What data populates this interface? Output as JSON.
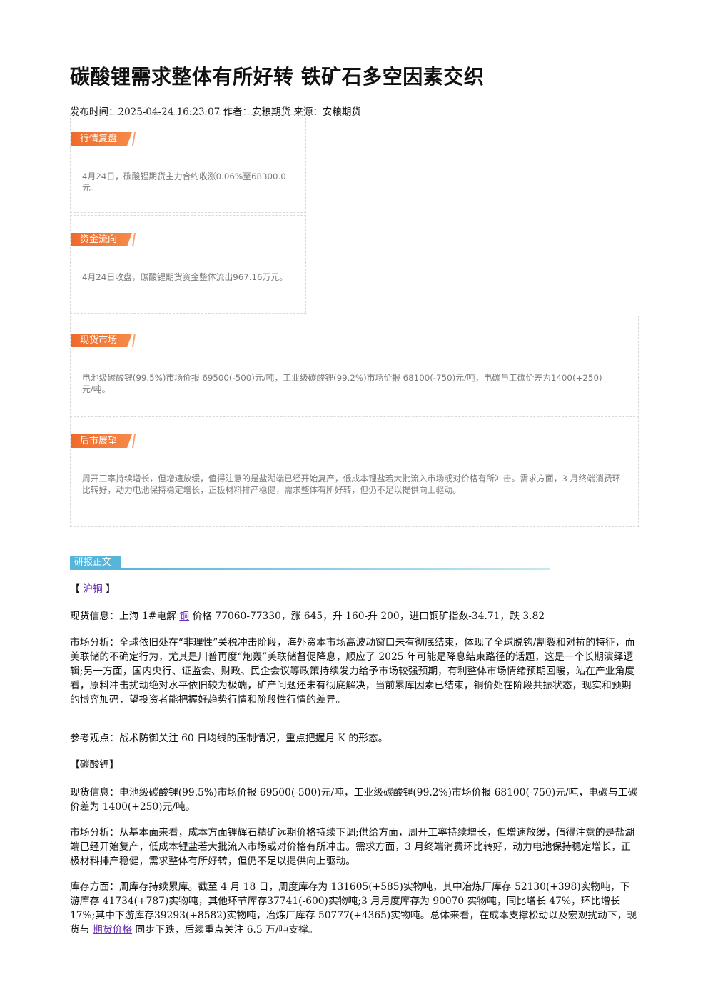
{
  "article": {
    "title": "碳酸锂需求整体有所好转 铁矿石多空因素交织",
    "meta": "发布时间：2025-04-24 16:23:07 作者：安粮期货 来源：安粮期货"
  },
  "summary_boxes": [
    {
      "tag": "行情复盘",
      "text": "4月24日，碳酸锂期货主力合约收涨0.06%至68300.0元。"
    },
    {
      "tag": "资金流向",
      "text": "4月24日收盘，碳酸锂期货资金整体流出967.16万元。"
    },
    {
      "tag": "现货市场",
      "text": "电池级碳酸锂(99.5%)市场价报 69500(-500)元/吨，工业级碳酸锂(99.2%)市场价报 68100(-750)元/吨，电碳与工碳价差为1400(+250)元/吨。"
    },
    {
      "tag": "后市展望",
      "text": "周开工率持续增长，但增速放缓，值得注意的是盐湖端已经开始复产，低成本锂盐若大批流入市场或对价格有所冲击。需求方面，3 月终端消费环比转好，动力电池保持稳定增长，正极材料排产稳健，需求整体有所好转，但仍不足以提供向上驱动。"
    }
  ],
  "report": {
    "section_label": "研报正文",
    "copper": {
      "heading_open": "【 ",
      "heading_link": "沪铜",
      "heading_close": " 】",
      "spot_prefix": "现货信息：上海 1#电解 ",
      "spot_link": "铜",
      "spot_suffix": " 价格 77060-77330，涨 645，升 160-升 200，进口铜矿指数-34.71，跌 3.82",
      "analysis": "市场分析：全球依旧处在“非理性”关税冲击阶段，海外资本市场高波动窗口未有彻底结束，体现了全球脱钩/割裂和对抗的特征，而美联储的不确定行为，尤其是川普再度“炮轰”美联储督促降息，顺应了 2025 年可能是降息结束路径的话题，这是一个长期演绎逻辑;另一方面，国内央行、证监会、财政、民企会议等政策持续发力给予市场较强预期，有利整体市场情绪预期回暖，站在产业角度看，原料冲击扰动绝对水平依旧较为极端，矿产问题还未有彻底解决，当前累库因素已结束，铜价处在阶段共振状态，现实和预期的博弈加码，望投资者能把握好趋势行情和阶段性行情的差异。",
      "view": "参考观点：战术防御关注 60 日均线的压制情况，重点把握月 K 的形态。"
    },
    "lithium": {
      "heading": "【碳酸锂】",
      "spot": "现货信息：电池级碳酸锂(99.5%)市场价报 69500(-500)元/吨，工业级碳酸锂(99.2%)市场价报 68100(-750)元/吨，电碳与工碳价差为 1400(+250)元/吨。",
      "analysis": "市场分析：从基本面来看，成本方面锂辉石精矿远期价格持续下调;供给方面，周开工率持续增长，但增速放缓，值得注意的是盐湖端已经开始复产，低成本锂盐若大批流入市场或对价格有所冲击。需求方面，3 月终端消费环比转好，动力电池保持稳定增长，正极材料排产稳健，需求整体有所好转，但仍不足以提供向上驱动。",
      "inventory_prefix": "库存方面：周库存持续累库。截至 4 月 18 日，周度库存为 131605(+585)实物吨，其中冶炼厂库存 52130(+398)实物吨，下游库存 41734(+787)实物吨，其他环节库存37741(-600)实物吨;3 月月度库存为 90070 实物吨，同比增长 47%，环比增长 17%;其中下游库存39293(+8582)实物吨，冶炼厂库存 50777(+4365)实物吨。总体来看，在成本支撑松动以及宏观扰动下，现货与 ",
      "inventory_link": "期货价格",
      "inventory_suffix": " 同步下跌，后续重点关注 6.5 万/吨支撑。"
    }
  },
  "colors": {
    "tag_orange": "#f06a2a",
    "section_blue": "#58b5d9",
    "link_purple": "#6b2fb3"
  }
}
